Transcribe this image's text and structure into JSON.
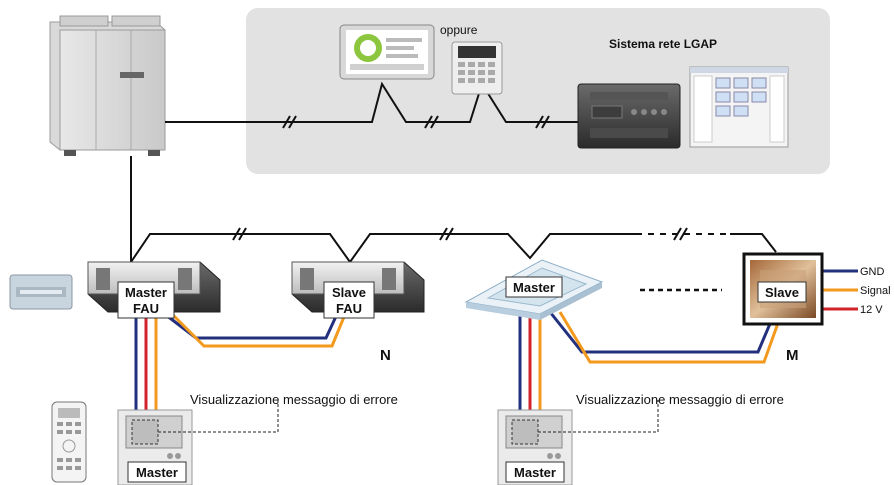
{
  "network": {
    "oppure_label": "oppure",
    "lgap_label": "Sistema rete LGAP"
  },
  "units": {
    "master_fau": {
      "line1": "Master",
      "line2": "FAU"
    },
    "slave_fau": {
      "line1": "Slave",
      "line2": "FAU"
    },
    "cassette_master": "Master",
    "slave_panel": "Slave",
    "controller_left": "Master",
    "controller_right": "Master"
  },
  "labels": {
    "count_n": "N",
    "count_m": "M",
    "error_display_left": "Visualizzazione messaggio di errore",
    "error_display_right": "Visualizzazione messaggio di errore"
  },
  "wires": {
    "gnd": "GND",
    "signal": "Signal",
    "v12": "12 V"
  },
  "colors": {
    "blue_wire": "#23307d",
    "red_wire": "#d2232a",
    "orange_wire": "#f39a1e",
    "network_panel": "#e2e2e2"
  }
}
